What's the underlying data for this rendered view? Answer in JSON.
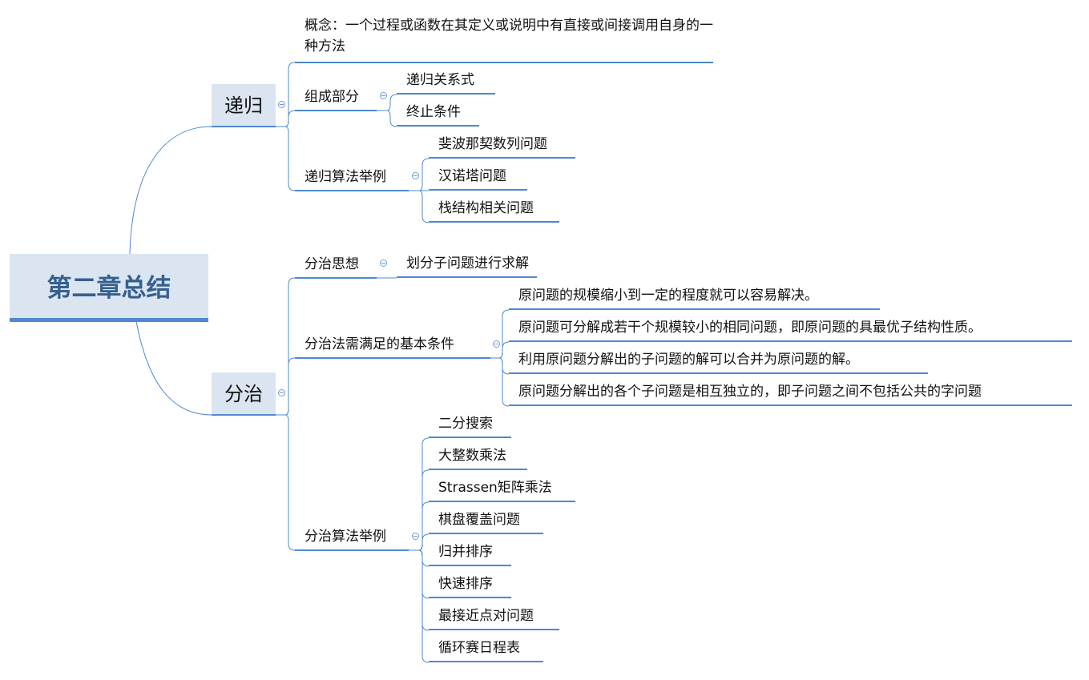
{
  "root": {
    "title": "第二章总结"
  },
  "recursion": {
    "title": "递归",
    "concept": "概念：一个过程或函数在其定义或说明中有直接或间接调用自身的一种方法",
    "components": {
      "title": "组成部分",
      "items": [
        "递归关系式",
        "终止条件"
      ]
    },
    "examples": {
      "title": "递归算法举例",
      "items": [
        "斐波那契数列问题",
        "汉诺塔问题",
        "栈结构相关问题"
      ]
    }
  },
  "divide": {
    "title": "分治",
    "idea": {
      "title": "分治思想",
      "items": [
        "划分子问题进行求解"
      ]
    },
    "conditions": {
      "title": "分治法需满足的基本条件",
      "items": [
        "原问题的规模缩小到一定的程度就可以容易解决。",
        "原问题可分解成若干个规模较小的相同问题，即原问题的具最优子结构性质。",
        "利用原问题分解出的子问题的解可以合并为原问题的解。",
        "原问题分解出的各个子问题是相互独立的，即子问题之间不包括公共的字问题"
      ]
    },
    "examples": {
      "title": "分治算法举例",
      "items": [
        "二分搜索",
        "大整数乘法",
        "Strassen矩阵乘法",
        "棋盘覆盖问题",
        "归并排序",
        "快速排序",
        "最接近点对问题",
        "循环赛日程表"
      ]
    }
  },
  "colors": {
    "line": "#4f88d0",
    "node_fill": "#dbe5f1",
    "root_text": "#35608f"
  }
}
